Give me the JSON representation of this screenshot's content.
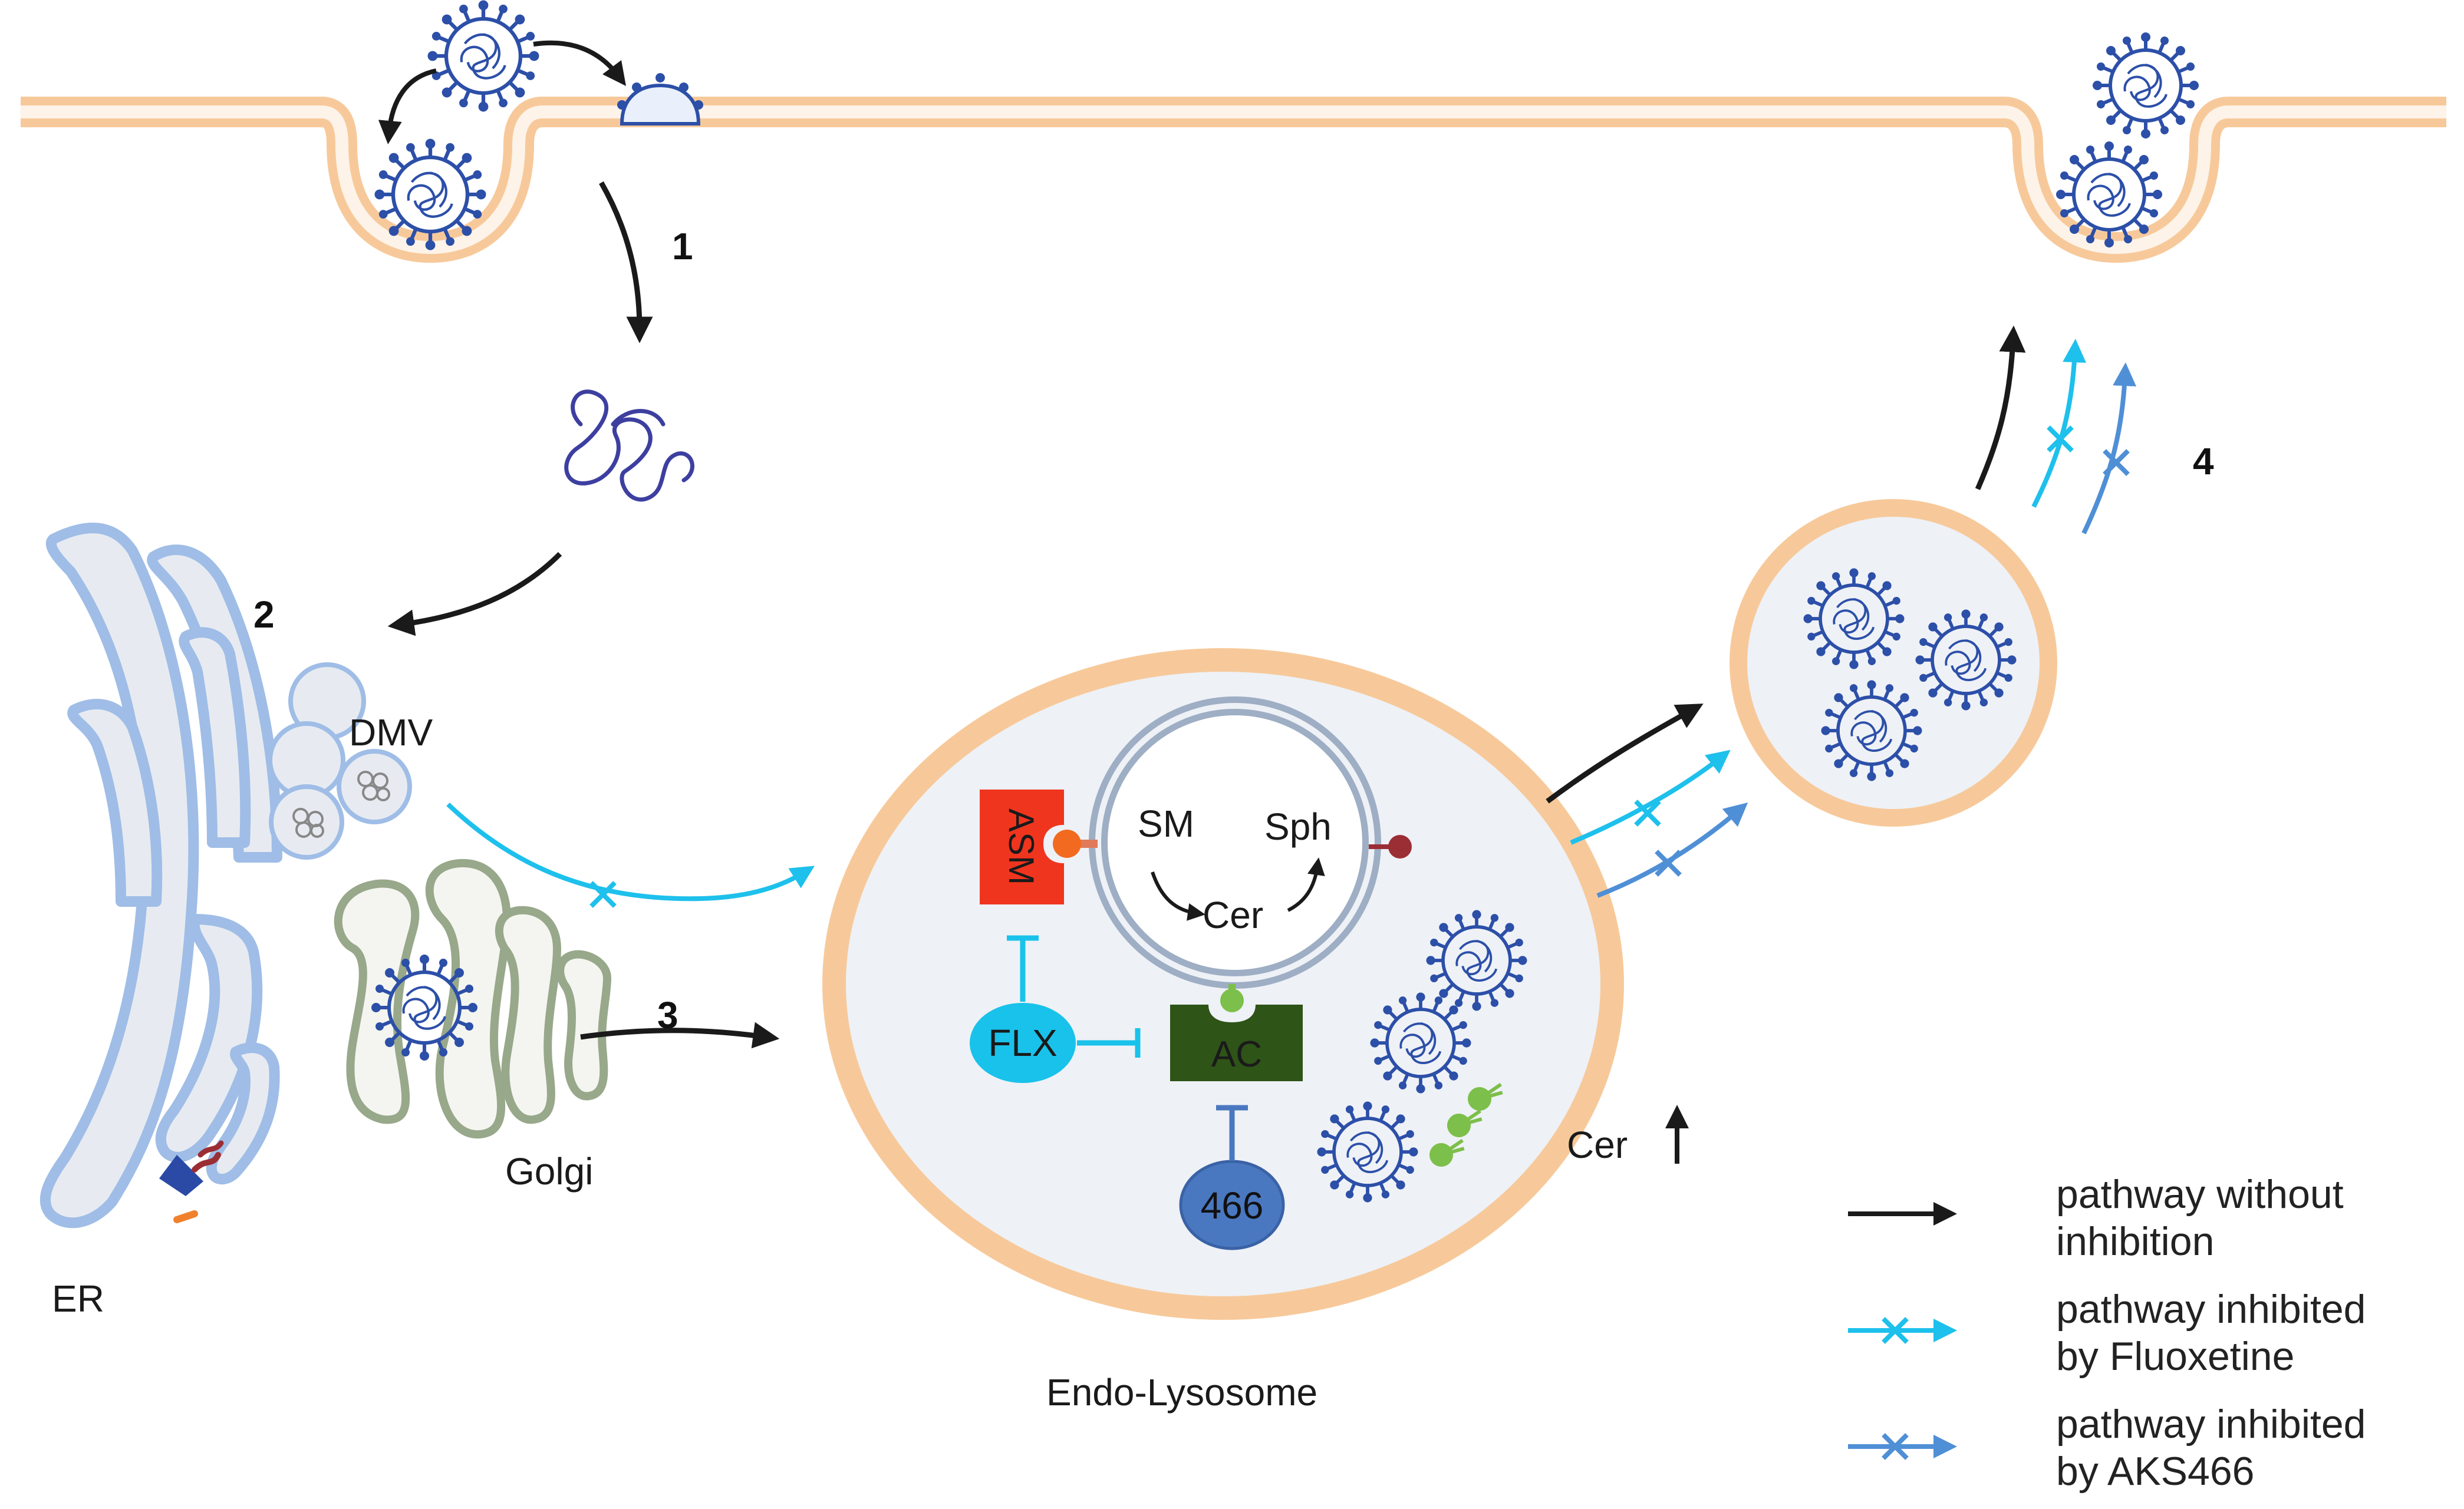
{
  "steps": {
    "s1": "1",
    "s2": "2",
    "s3": "3",
    "s4": "4"
  },
  "labels": {
    "dmv": "DMV",
    "golgi": "Golgi",
    "er": "ER",
    "endo_lysosome": "Endo-Lysosome",
    "cer_up": "Cer",
    "asm": "ASM",
    "sm": "SM",
    "sph": "Sph",
    "cer": "Cer",
    "flx": "FLX",
    "ac": "AC",
    "aks": "466"
  },
  "legend": [
    {
      "line1": "pathway without",
      "line2": "inhibition",
      "color": "#1a1a1a",
      "marker": "none"
    },
    {
      "line1": "pathway inhibited",
      "line2": "by Fluoxetine",
      "color": "#1ec0ec",
      "marker": "x"
    },
    {
      "line1": "pathway inhibited",
      "line2": "by AKS466",
      "color": "#4f8fd6",
      "marker": "x"
    }
  ],
  "colors": {
    "membrane": "#f7c99a",
    "er": "#9fbde6",
    "golgi": "#98a88a",
    "virus": "#2c4fa8",
    "fluoxetine": "#1ec0ec",
    "aks466": "#4f8fd6",
    "asm": "#f0351e",
    "ac": "#2e5418",
    "flx": "#19c2ea",
    "aks": "#4a78c0"
  },
  "icons": [
    "virus-icon",
    "rna-icon",
    "lipid-icon",
    "protein-icon",
    "up-arrow-icon"
  ]
}
